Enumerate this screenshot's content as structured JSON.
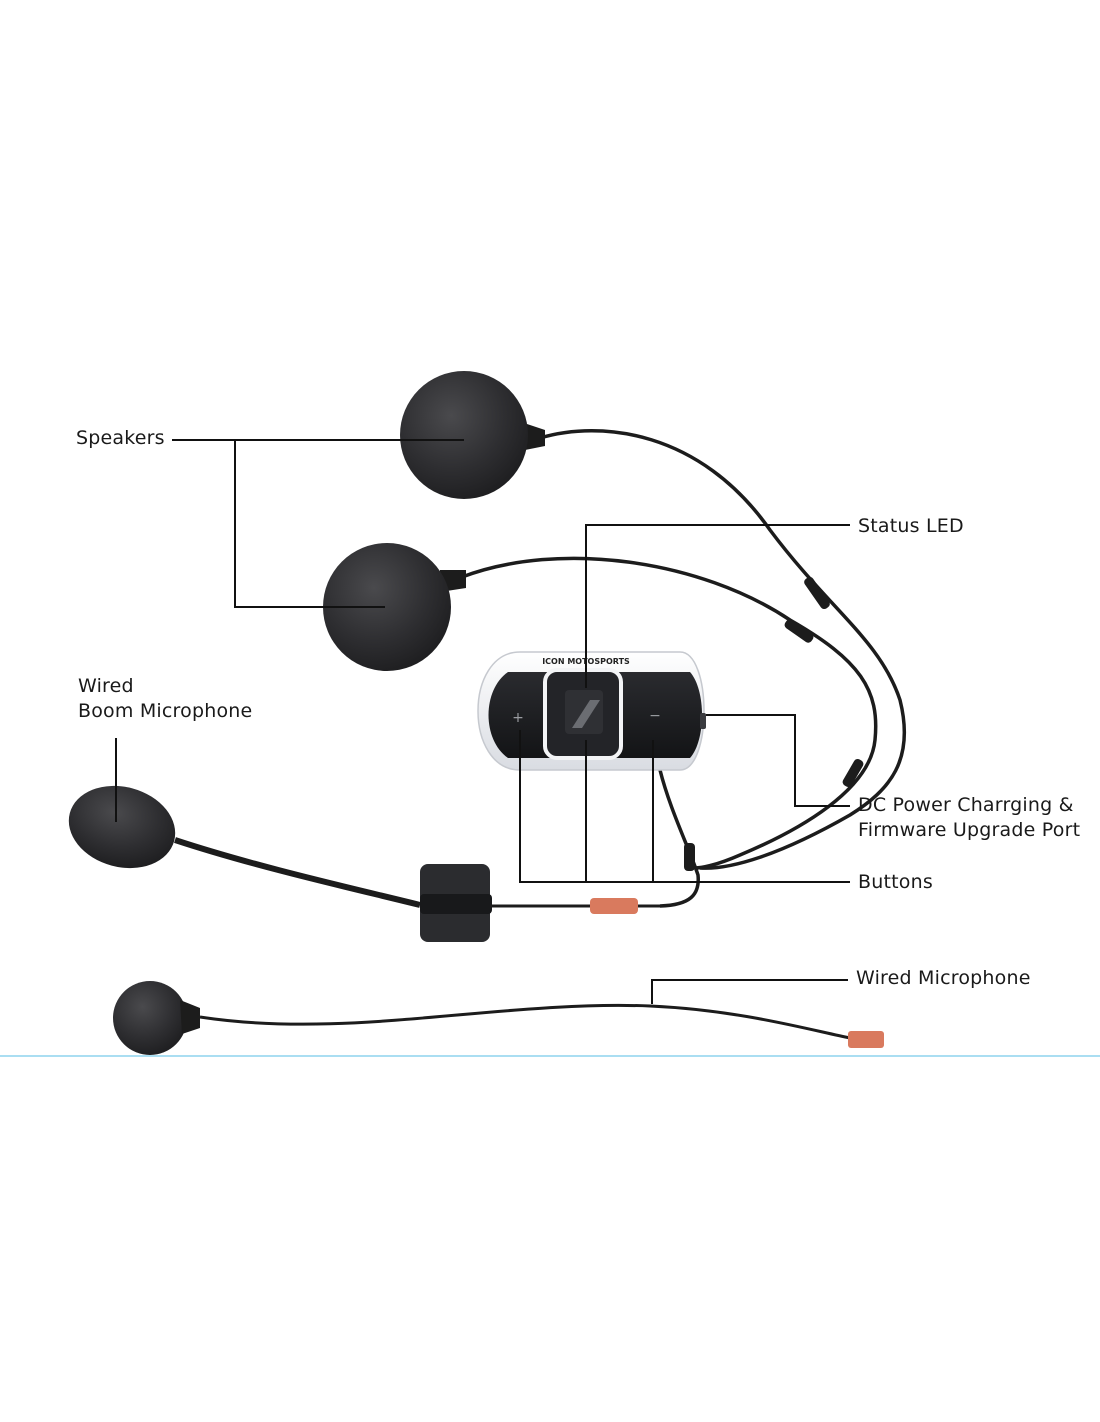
{
  "labels": {
    "speakers": "Speakers",
    "boom_line1": "Wired",
    "boom_line2": "Boom Microphone",
    "status_led": "Status LED",
    "dc_line1": "DC Power Charrging &",
    "dc_line2": "Firmware Upgrade Port",
    "buttons": "Buttons",
    "wired_microphone": "Wired Microphone"
  },
  "device": {
    "brand": "ICON MOTOSPORTS",
    "plus_symbol": "+",
    "minus_symbol": "−"
  },
  "colors": {
    "foam": "#2b2b2d",
    "cable": "#1c1c1c",
    "device_body": "#eef0f3",
    "device_face": "#1e1f22",
    "connector": "#d97a5e",
    "leader_line": "#111111",
    "divider": "#8ed3ee"
  }
}
